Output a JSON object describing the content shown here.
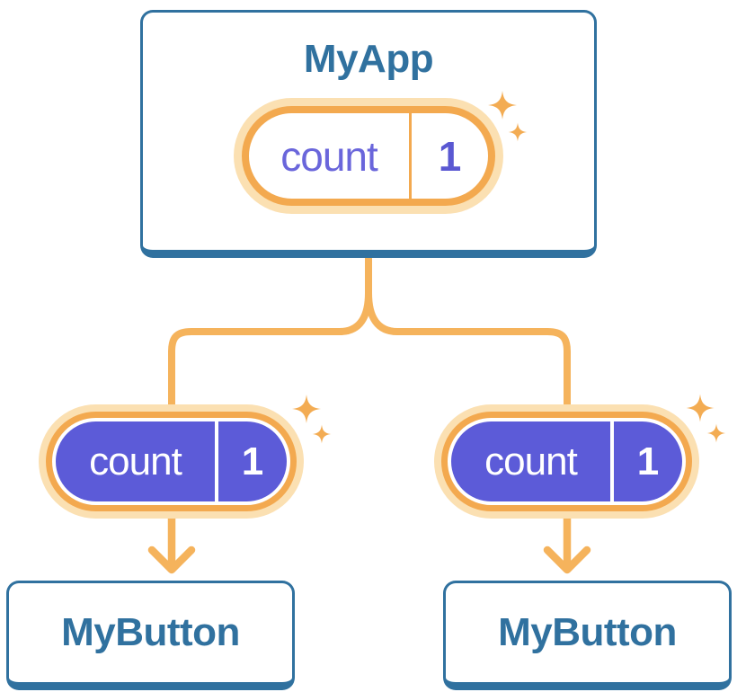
{
  "diagram": {
    "type": "react-component-tree",
    "root": {
      "title": "MyApp",
      "state": {
        "name": "count",
        "value": "1"
      }
    },
    "props_passed": [
      {
        "name": "count",
        "value": "1"
      },
      {
        "name": "count",
        "value": "1"
      }
    ],
    "children": [
      {
        "title": "MyButton"
      },
      {
        "title": "MyButton"
      }
    ]
  },
  "colors": {
    "node_border_blue": "#30719F",
    "node_text_blue": "#30719F",
    "connector_orange": "#F5B35C",
    "pill_ring_orange": "#F3A94F",
    "pill_halo_orange": "#FBE0B2",
    "prop_pill_purple": "#5C5BD8",
    "state_name_purple": "#6A66DB",
    "state_value_purple": "#5A58D2",
    "sparkle_orange": "#F3AC53"
  }
}
